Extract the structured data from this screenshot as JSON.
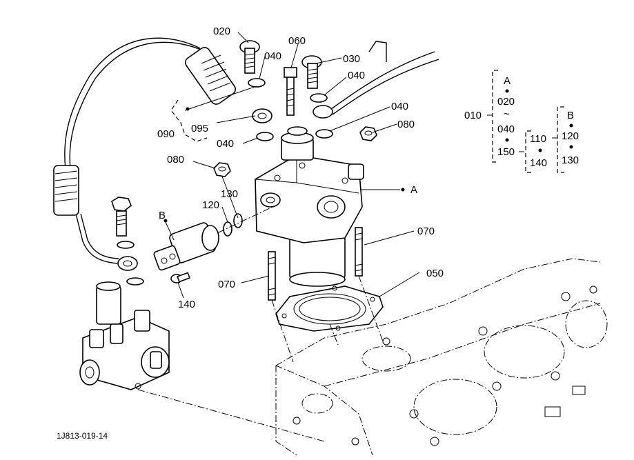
{
  "figure_code": "1J813-019-14",
  "callouts": {
    "c020": "020",
    "c040_a": "040",
    "c060": "060",
    "c030": "030",
    "c040_b": "040",
    "c040_c": "040",
    "c080_a": "080",
    "c090": "090",
    "c095": "095",
    "c040_d": "040",
    "c080_b": "080",
    "c130": "130",
    "c120": "120",
    "c070_a": "070",
    "c050": "050",
    "c070_b": "070",
    "c140": "140",
    "b_pointer": "B",
    "a_pointer": "A"
  },
  "legend": {
    "main": "010",
    "group_a_title": "A",
    "group_a_items": [
      "020",
      "~",
      "040",
      "150"
    ],
    "group_110": "110",
    "group_140": "140",
    "group_b_title": "B",
    "group_b_items": [
      "120",
      "130"
    ]
  }
}
